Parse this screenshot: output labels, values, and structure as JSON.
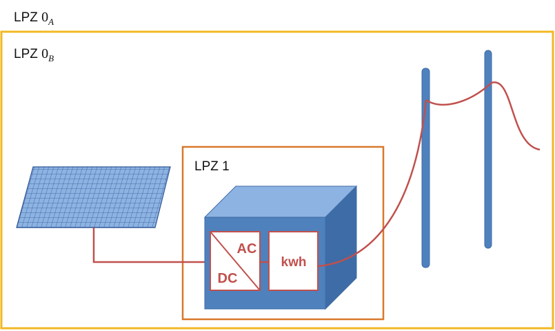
{
  "zones": {
    "outer": {
      "prefix": "LPZ",
      "number": "0",
      "subscript": "A"
    },
    "inner": {
      "prefix": "LPZ",
      "number": "0",
      "subscript": "B"
    },
    "lpz1": {
      "label": "LPZ 1"
    }
  },
  "inverter": {
    "top_label": "AC",
    "bottom_label": "DC"
  },
  "meter": {
    "label": "kwh"
  },
  "colors": {
    "zone_0b_border": "#f2b824",
    "zone_1_border": "#d8782b",
    "cable": "#c0504d",
    "building_front": "#4f81bd",
    "building_top": "#8db3e2",
    "building_side": "#3e6ca6",
    "panel_fill": "#8db3e2",
    "panel_grid": "#2f5597",
    "pole": "#4f81bd",
    "label_box": "#ffffff",
    "label_text": "#c0504d"
  },
  "icons": [
    "solar-panel-icon",
    "building-icon",
    "utility-pole-icon",
    "power-line-icon"
  ]
}
